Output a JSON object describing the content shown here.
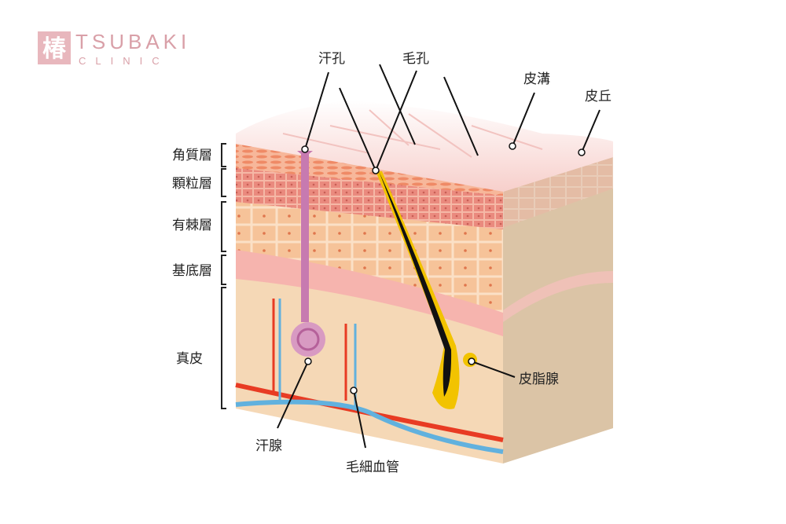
{
  "logo": {
    "kanji": "椿",
    "name": "TSUBAKI",
    "sub": "CLINIC",
    "color": "#d9a0a8"
  },
  "labels": {
    "sweat_pore": "汗孔",
    "hair_pore": "毛孔",
    "skin_groove": "皮溝",
    "skin_ridge": "皮丘",
    "sebaceous_gland": "皮脂腺",
    "sweat_gland": "汗腺",
    "capillary": "毛細血管"
  },
  "layers": [
    {
      "key": "stratum_corneum",
      "label": "角質層"
    },
    {
      "key": "stratum_granulosum",
      "label": "顆粒層"
    },
    {
      "key": "stratum_spinosum",
      "label": "有棘層"
    },
    {
      "key": "stratum_basale",
      "label": "基底層"
    },
    {
      "key": "dermis",
      "label": "真皮"
    }
  ],
  "colors": {
    "surface": "#fce6e2",
    "corneum": "#f4a384",
    "granular": "#eb8f86",
    "spinous": "#f8c9a6",
    "basal": "#f4a8a4",
    "dermis": "#f5d8b6",
    "side": "#dcc6a9",
    "artery": "#e83b23",
    "vein": "#61b1de",
    "hair_follicle": "#f2c300",
    "sweat_duct": "#c77ab0"
  }
}
